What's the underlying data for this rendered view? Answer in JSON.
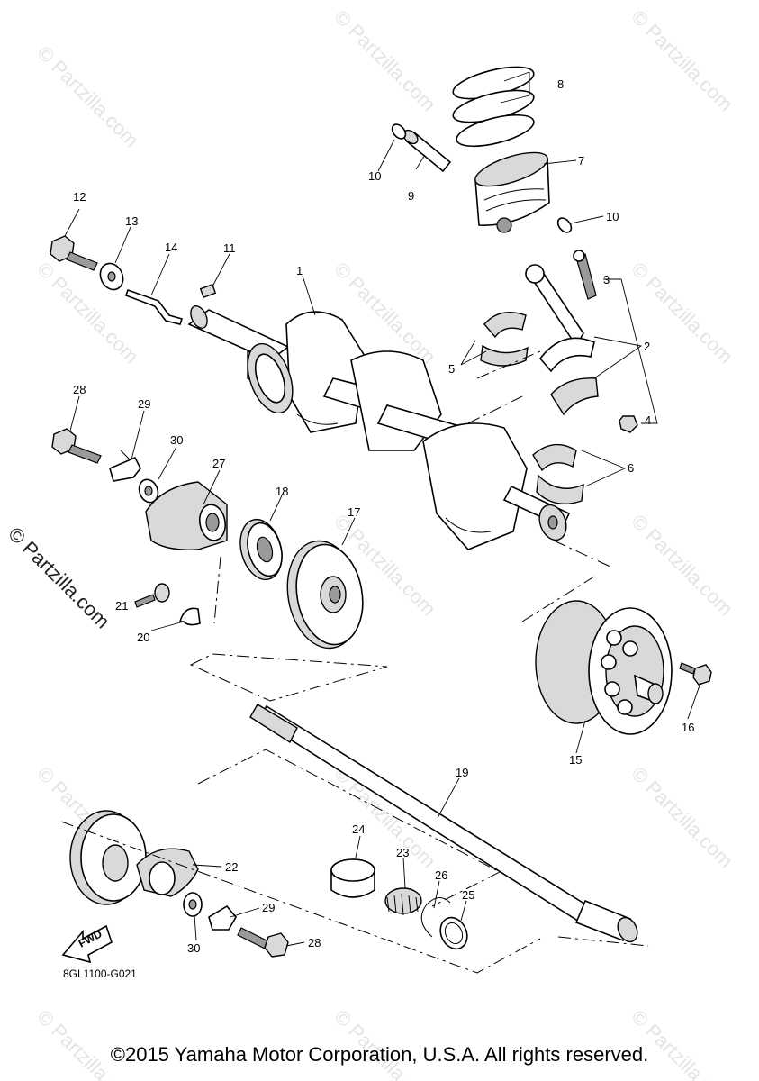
{
  "watermark": {
    "side_text": "© Partzilla.com",
    "tile_text": "© Partzilla.com"
  },
  "diagram_code": "8GL1100-G021",
  "fwd_label": "FWD",
  "copyright": "©2015 Yamaha Motor Corporation, U.S.A. All rights reserved.",
  "callouts": [
    "1",
    "2",
    "3",
    "4",
    "5",
    "6",
    "7",
    "8",
    "9",
    "10",
    "10",
    "11",
    "12",
    "13",
    "14",
    "15",
    "16",
    "17",
    "18",
    "19",
    "20",
    "21",
    "22",
    "23",
    "24",
    "25",
    "26",
    "27",
    "28",
    "28",
    "29",
    "29",
    "30",
    "30"
  ]
}
